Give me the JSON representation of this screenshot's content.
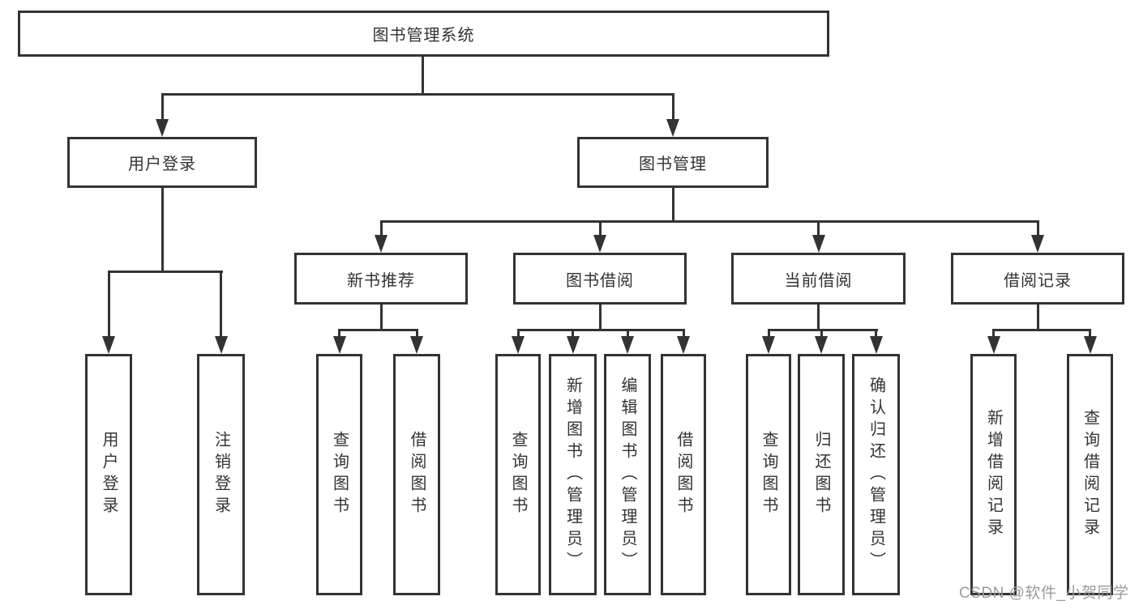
{
  "tree": {
    "label": "图书管理系统",
    "children": [
      {
        "label": "用户登录",
        "children": [
          {
            "label": "用户登录"
          },
          {
            "label": "注销登录"
          }
        ]
      },
      {
        "label": "图书管理",
        "children": [
          {
            "label": "新书推荐",
            "children": [
              {
                "label": "查询图书"
              },
              {
                "label": "借阅图书"
              }
            ]
          },
          {
            "label": "图书借阅",
            "children": [
              {
                "label": "查询图书"
              },
              {
                "label": "新增图书（管理员）"
              },
              {
                "label": "编辑图书（管理员）"
              },
              {
                "label": "借阅图书"
              }
            ]
          },
          {
            "label": "当前借阅",
            "children": [
              {
                "label": "查询图书"
              },
              {
                "label": "归还图书"
              },
              {
                "label": "确认归还（管理员）"
              }
            ]
          },
          {
            "label": "借阅记录",
            "children": [
              {
                "label": "新增借阅记录"
              },
              {
                "label": "查询借阅记录"
              }
            ]
          }
        ]
      }
    ]
  },
  "watermark": {
    "text": "CSDN @软件_小贺同学"
  },
  "colors": {
    "line": "#333333",
    "text": "#333333",
    "watermark": "#9b9b9b",
    "background": "#ffffff"
  }
}
